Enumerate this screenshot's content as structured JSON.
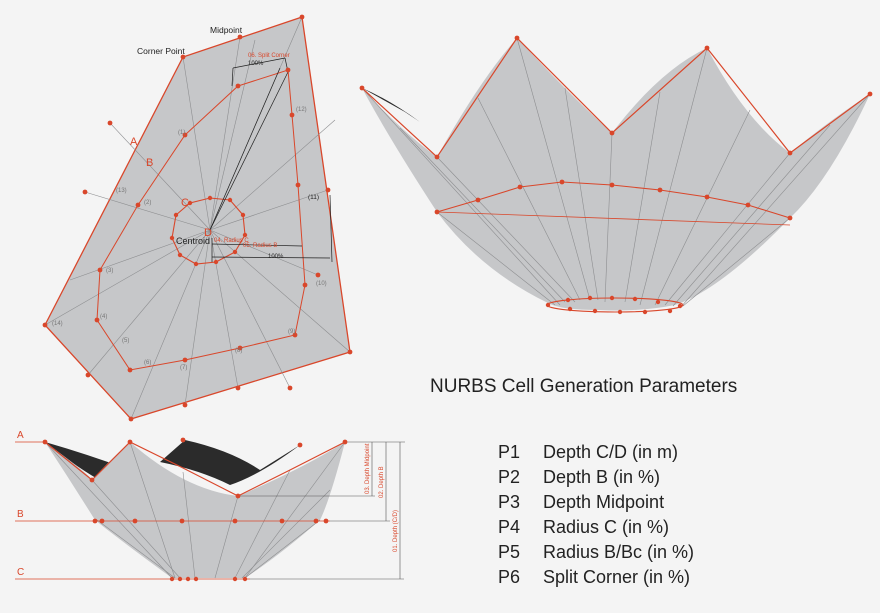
{
  "title": "NURBS Cell Generation Parameters",
  "parameters": [
    {
      "id": "P1",
      "label": "Depth C/D (in m)"
    },
    {
      "id": "P2",
      "label": "Depth B (in %)"
    },
    {
      "id": "P3",
      "label": "Depth Midpoint"
    },
    {
      "id": "P4",
      "label": "Radius C (in %)"
    },
    {
      "id": "P5",
      "label": "Radius B/Bc (in %)"
    },
    {
      "id": "P6",
      "label": "Split Corner (in %)"
    }
  ],
  "plan": {
    "midpoint": "Midpoint",
    "corner_point": "Corner Point",
    "centroid": "Centroid",
    "ring_a": "A",
    "ring_b": "B",
    "ring_c": "C",
    "ring_d": "D",
    "split_corner": "06. Split Corner",
    "radius_c": "04. Radius C",
    "radius_b": "05. Radius B",
    "pct_top": "100%",
    "pct_bottom": "100%",
    "n1": "(1)",
    "n2": "(2)",
    "n3": "(3)",
    "n4": "(4)",
    "n5": "(5)",
    "n6": "(6)",
    "n7": "(7)",
    "n8": "(8)",
    "n9": "(9)",
    "n10": "(10)",
    "n11": "(11)",
    "n12": "(12)",
    "n13": "(13)",
    "n14": "(14)"
  },
  "section": {
    "level_a": "A",
    "level_b": "B",
    "level_c": "C",
    "depth_midpoint": "03. Depth Midpoint",
    "depth_b": "02. Depth B",
    "depth_cd": "01. Depth (C/D)"
  },
  "colors": {
    "accent": "#d9472b",
    "surface": "#c6c7c9",
    "edge": "#8d8e90",
    "background": "#f4f4f4"
  }
}
